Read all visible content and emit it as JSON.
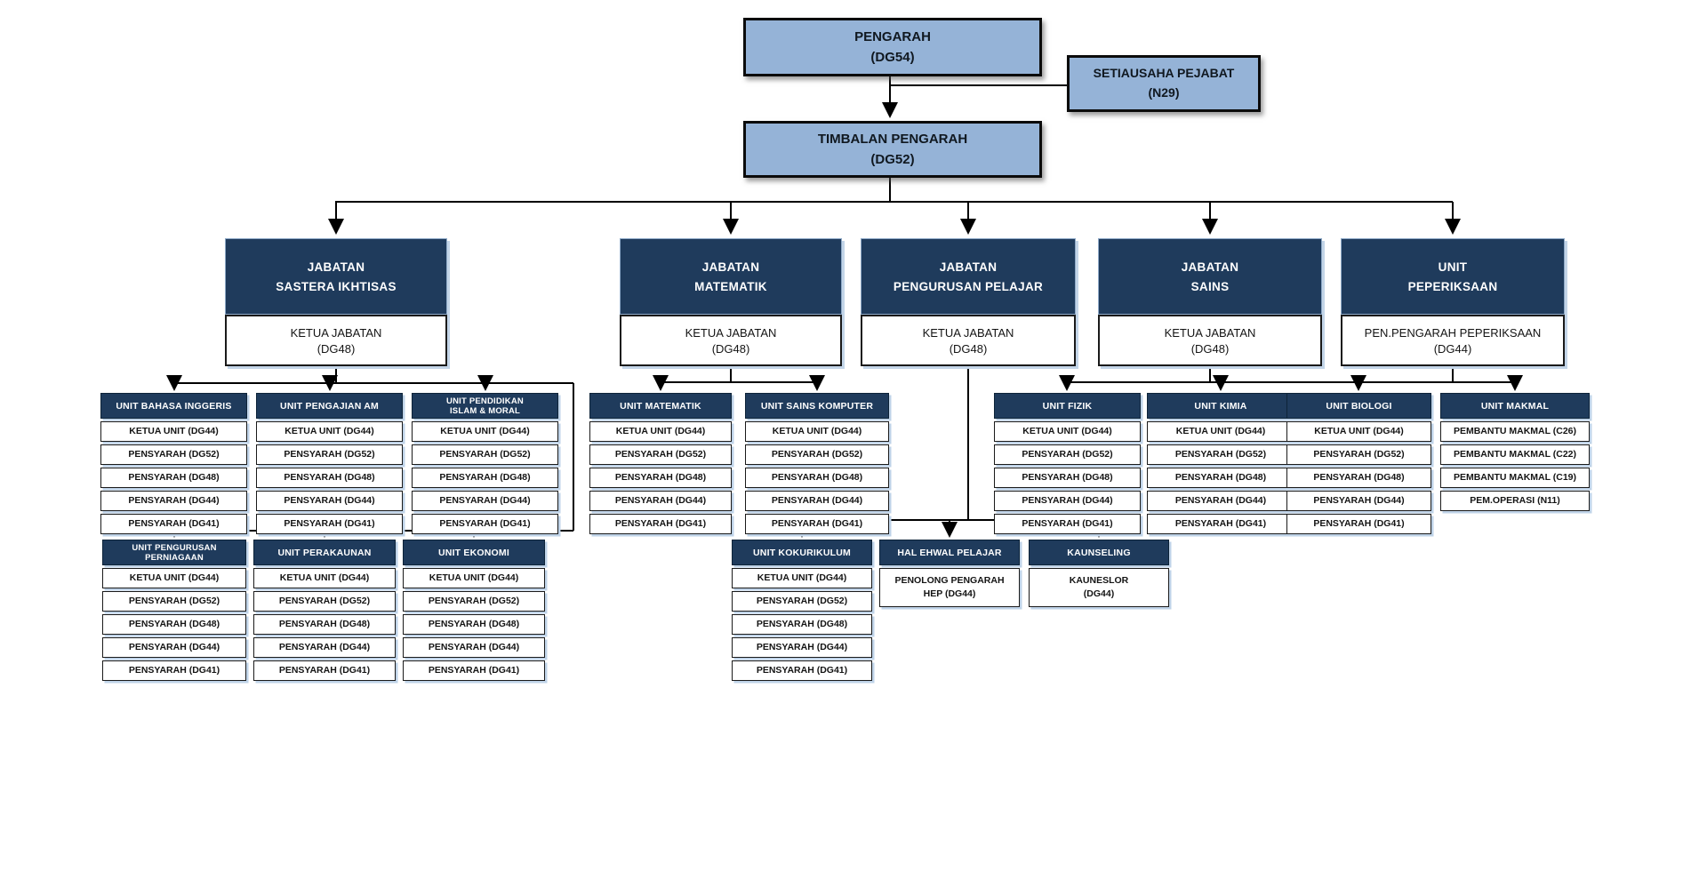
{
  "colors": {
    "box_light_blue": "#95B3D7",
    "header_navy": "#1F3B5C",
    "cell_white": "#FFFFFF",
    "connector_black": "#000000",
    "shadow_light_blue": "#BFD3E8"
  },
  "top": {
    "pengarah": {
      "line1": "PENGARAH",
      "line2": "(DG54)"
    },
    "setiausaha_pejabat": {
      "line1": "SETIAUSAHA PEJABAT",
      "line2": "(N29)"
    },
    "timbalan_pengarah": {
      "line1": "TIMBALAN PENGARAH",
      "line2": "(DG52)"
    }
  },
  "departments": {
    "sastera": {
      "name1": "JABATAN",
      "name2": "SASTERA IKHTISAS",
      "head1": "KETUA JABATAN",
      "head2": "(DG48)"
    },
    "matematik": {
      "name1": "JABATAN",
      "name2": "MATEMATIK",
      "head1": "KETUA JABATAN",
      "head2": "(DG48)"
    },
    "pelajar": {
      "name1": "JABATAN",
      "name2": "PENGURUSAN PELAJAR",
      "head1": "KETUA JABATAN",
      "head2": "(DG48)"
    },
    "sains": {
      "name1": "JABATAN",
      "name2": "SAINS",
      "head1": "KETUA JABATAN",
      "head2": "(DG48)"
    },
    "peperiksaan": {
      "name1": "UNIT",
      "name2": "PEPERIKSAAN",
      "head1": "PEN.PENGARAH PEPERIKSAAN",
      "head2": "(DG44)"
    }
  },
  "units": {
    "bahasa_inggeris": {
      "title": "UNIT BAHASA INGGERIS",
      "rows": [
        "KETUA UNIT (DG44)",
        "PENSYARAH (DG52)",
        "PENSYARAH (DG48)",
        "PENSYARAH (DG44)",
        "PENSYARAH (DG41)"
      ]
    },
    "pengajian_am": {
      "title": "UNIT PENGAJIAN AM",
      "rows": [
        "KETUA UNIT (DG44)",
        "PENSYARAH (DG52)",
        "PENSYARAH (DG48)",
        "PENSYARAH (DG44)",
        "PENSYARAH (DG41)"
      ]
    },
    "pendidikan_islam": {
      "title1": "UNIT PENDIDIKAN",
      "title2": "ISLAM & MORAL",
      "rows": [
        "KETUA UNIT (DG44)",
        "PENSYARAH (DG52)",
        "PENSYARAH (DG48)",
        "PENSYARAH (DG44)",
        "PENSYARAH (DG41)"
      ]
    },
    "matematik": {
      "title": "UNIT MATEMATIK",
      "rows": [
        "KETUA UNIT (DG44)",
        "PENSYARAH (DG52)",
        "PENSYARAH (DG48)",
        "PENSYARAH (DG44)",
        "PENSYARAH (DG41)"
      ]
    },
    "sains_komputer": {
      "title": "UNIT SAINS KOMPUTER",
      "rows": [
        "KETUA UNIT (DG44)",
        "PENSYARAH (DG52)",
        "PENSYARAH (DG48)",
        "PENSYARAH (DG44)",
        "PENSYARAH (DG41)"
      ]
    },
    "fizik": {
      "title": "UNIT FIZIK",
      "rows": [
        "KETUA UNIT (DG44)",
        "PENSYARAH (DG52)",
        "PENSYARAH (DG48)",
        "PENSYARAH (DG44)",
        "PENSYARAH (DG41)"
      ]
    },
    "kimia": {
      "title": "UNIT KIMIA",
      "rows": [
        "KETUA UNIT (DG44)",
        "PENSYARAH (DG52)",
        "PENSYARAH (DG48)",
        "PENSYARAH (DG44)",
        "PENSYARAH (DG41)"
      ]
    },
    "biologi": {
      "title": "UNIT BIOLOGI",
      "rows": [
        "KETUA UNIT (DG44)",
        "PENSYARAH (DG52)",
        "PENSYARAH (DG48)",
        "PENSYARAH (DG44)",
        "PENSYARAH (DG41)"
      ]
    },
    "makmal": {
      "title": "UNIT MAKMAL",
      "rows": [
        "PEMBANTU MAKMAL (C26)",
        "PEMBANTU MAKMAL (C22)",
        "PEMBANTU MAKMAL (C19)",
        "PEM.OPERASI (N11)"
      ]
    },
    "pengurusan_perniagaan": {
      "title1": "UNIT PENGURUSAN",
      "title2": "PERNIAGAAN",
      "rows": [
        "KETUA UNIT (DG44)",
        "PENSYARAH (DG52)",
        "PENSYARAH (DG48)",
        "PENSYARAH (DG44)",
        "PENSYARAH (DG41)"
      ]
    },
    "perakaunan": {
      "title": "UNIT PERAKAUNAN",
      "rows": [
        "KETUA UNIT (DG44)",
        "PENSYARAH (DG52)",
        "PENSYARAH (DG48)",
        "PENSYARAH (DG44)",
        "PENSYARAH (DG41)"
      ]
    },
    "ekonomi": {
      "title": "UNIT EKONOMI",
      "rows": [
        "KETUA UNIT (DG44)",
        "PENSYARAH (DG52)",
        "PENSYARAH (DG48)",
        "PENSYARAH (DG44)",
        "PENSYARAH (DG41)"
      ]
    },
    "kokurikulum": {
      "title": "UNIT KOKURIKULUM",
      "rows": [
        "KETUA UNIT (DG44)",
        "PENSYARAH (DG52)",
        "PENSYARAH (DG48)",
        "PENSYARAH (DG44)",
        "PENSYARAH (DG41)"
      ]
    },
    "hal_ehwal_pelajar": {
      "title": "HAL EHWAL PELAJAR",
      "body1": "PENOLONG PENGARAH",
      "body2": "HEP (DG44)"
    },
    "kaunseling": {
      "title": "KAUNSELING",
      "body1": "KAUNESLOR",
      "body2": "(DG44)"
    }
  }
}
